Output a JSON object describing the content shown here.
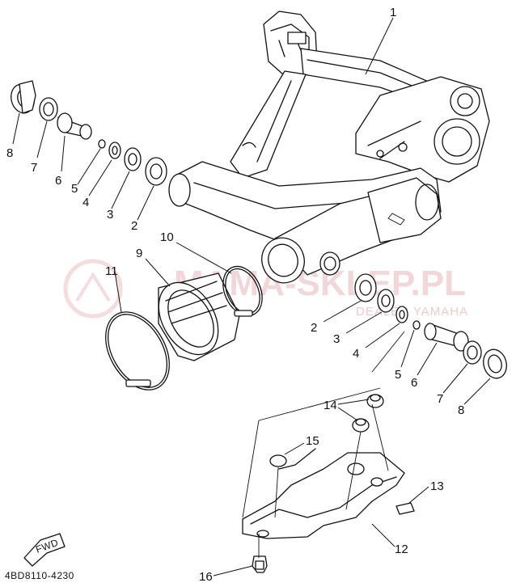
{
  "callouts": [
    "1",
    "2",
    "3",
    "4",
    "5",
    "6",
    "7",
    "8",
    "9",
    "10",
    "11",
    "12",
    "13",
    "14",
    "15",
    "16"
  ],
  "callouts_right": [
    "2",
    "3",
    "4",
    "5",
    "6",
    "7",
    "8"
  ],
  "part_code": "4BD8110-4230",
  "fwd_label": "FWD",
  "watermark": {
    "brand": "MAMA-SKLEP.PL",
    "subtitle": "DEALER YAMAHA"
  }
}
